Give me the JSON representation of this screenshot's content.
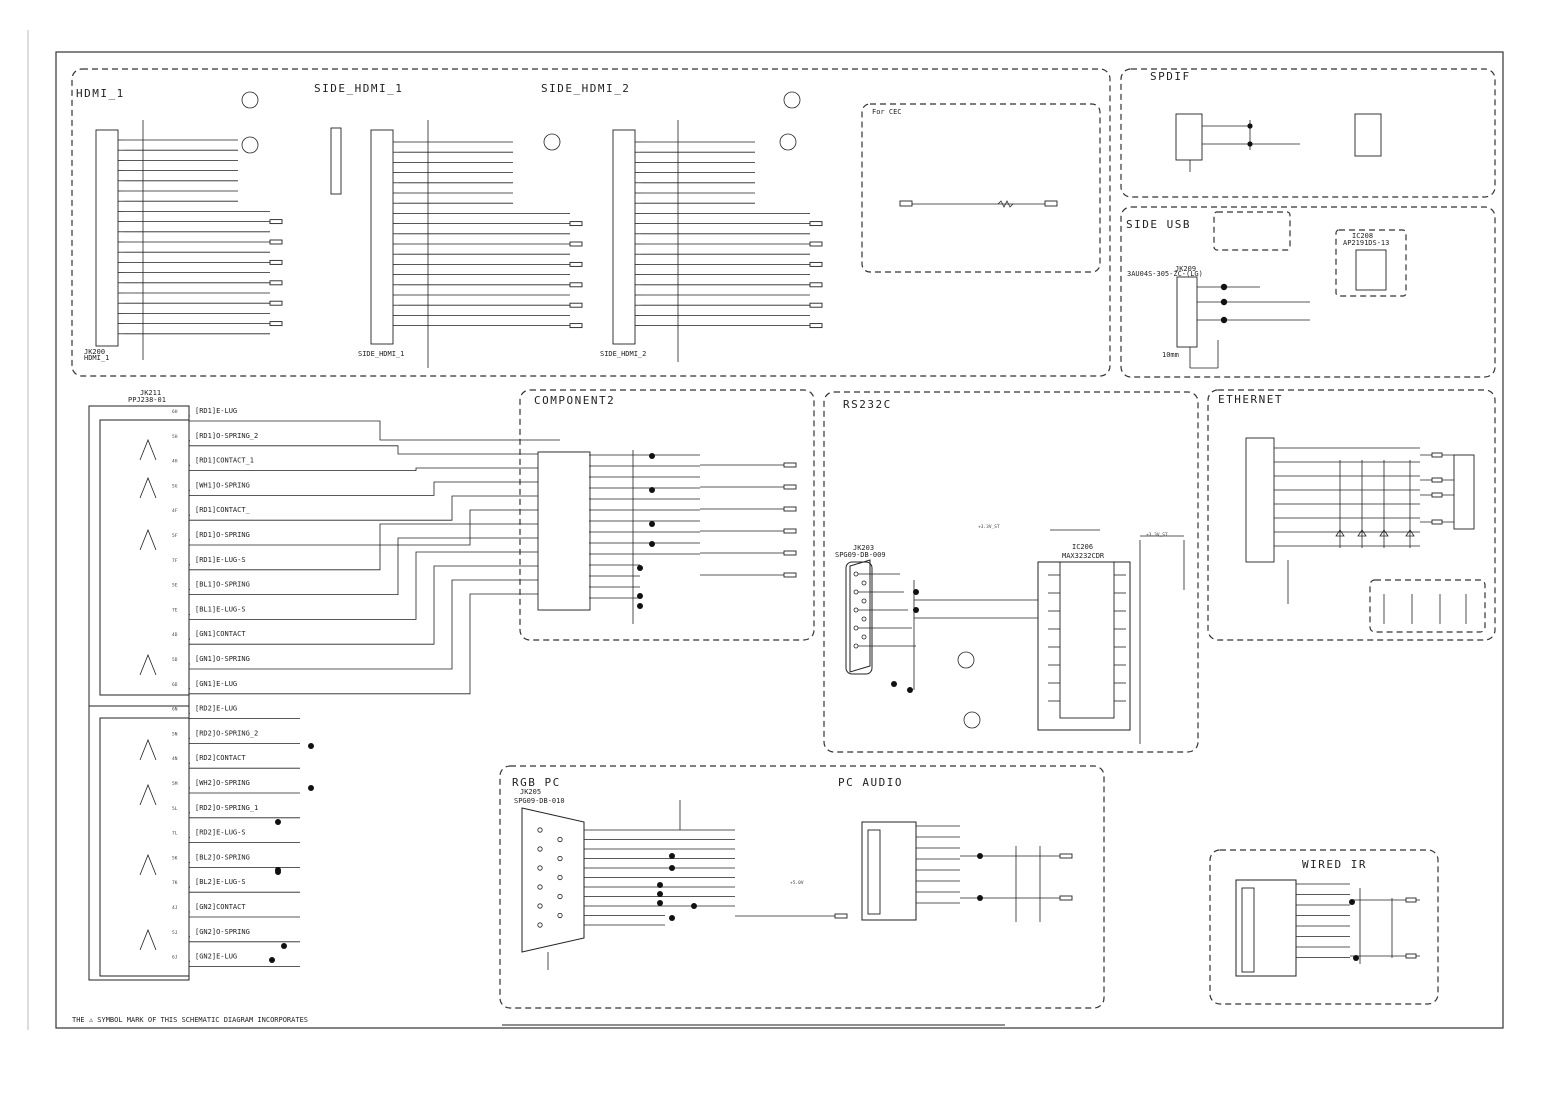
{
  "colors": {
    "ink": "#222222",
    "paper": "#ffffff"
  },
  "sections": {
    "hdmi1": {
      "title": "HDMI_1",
      "connector_ref": "JK200",
      "connector_name": "HDMI_1"
    },
    "side_hdmi1": {
      "title": "SIDE_HDMI_1",
      "connector_name": "SIDE_HDMI_1"
    },
    "side_hdmi2": {
      "title": "SIDE_HDMI_2",
      "connector_name": "SIDE_HDMI_2"
    },
    "cec": {
      "title": "For CEC"
    },
    "spdif": {
      "title": "SPDIF"
    },
    "side_usb": {
      "title": "SIDE USB",
      "part": "3AU04S-305-ZC-(LG)",
      "ref": "JK209",
      "ic": "AP2191DS-13",
      "ic_ref": "IC208",
      "note": "10mm"
    },
    "component2": {
      "title": "COMPONENT2"
    },
    "rs232c": {
      "title": "RS232C",
      "connector_ref": "JK203",
      "connector_part": "SPG09-DB-009",
      "ic_ref": "IC206",
      "ic_part": "MAX3232CDR",
      "supply_a": "+3.3V_ST",
      "supply_b": "+3.3V_ST"
    },
    "ethernet": {
      "title": "ETHERNET"
    },
    "rgb_pc": {
      "title": "RGB PC",
      "connector_ref": "JK205",
      "connector_part": "SPG09-DB-010"
    },
    "pc_audio": {
      "title": "PC AUDIO",
      "supply": "+5.0V"
    },
    "wired_ir": {
      "title": "WIRED IR"
    },
    "jk211": {
      "ref": "JK211",
      "part": "PPJ238-01"
    }
  },
  "jk211_pins": [
    {
      "num": "6H",
      "name": "[RD1]E-LUG"
    },
    {
      "num": "5H",
      "name": "[RD1]O-SPRING_2"
    },
    {
      "num": "4H",
      "name": "[RD1]CONTACT_1"
    },
    {
      "num": "5G",
      "name": "[WH1]O-SPRING"
    },
    {
      "num": "4F",
      "name": "[RD1]CONTACT_"
    },
    {
      "num": "5F",
      "name": "[RD1]O-SPRING"
    },
    {
      "num": "7F",
      "name": "[RD1]E-LUG-S"
    },
    {
      "num": "5E",
      "name": "[BL1]O-SPRING"
    },
    {
      "num": "7E",
      "name": "[BL1]E-LUG-S"
    },
    {
      "num": "4D",
      "name": "[GN1]CONTACT"
    },
    {
      "num": "5D",
      "name": "[GN1]O-SPRING"
    },
    {
      "num": "6D",
      "name": "[GN1]E-LUG"
    },
    {
      "num": "6N",
      "name": "[RD2]E-LUG"
    },
    {
      "num": "5N",
      "name": "[RD2]O-SPRING_2"
    },
    {
      "num": "4N",
      "name": "[RD2]CONTACT"
    },
    {
      "num": "5M",
      "name": "[WH2]O-SPRING"
    },
    {
      "num": "5L",
      "name": "[RD2]O-SPRING_1"
    },
    {
      "num": "7L",
      "name": "[RD2]E-LUG-S"
    },
    {
      "num": "5K",
      "name": "[BL2]O-SPRING"
    },
    {
      "num": "7K",
      "name": "[BL2]E-LUG-S"
    },
    {
      "num": "4J",
      "name": "[GN2]CONTACT"
    },
    {
      "num": "5J",
      "name": "[GN2]O-SPRING"
    },
    {
      "num": "6J",
      "name": "[GN2]E-LUG"
    }
  ],
  "footer_note": "THE ⚠ SYMBOL MARK OF THIS SCHEMATIC DIAGRAM INCORPORATES"
}
